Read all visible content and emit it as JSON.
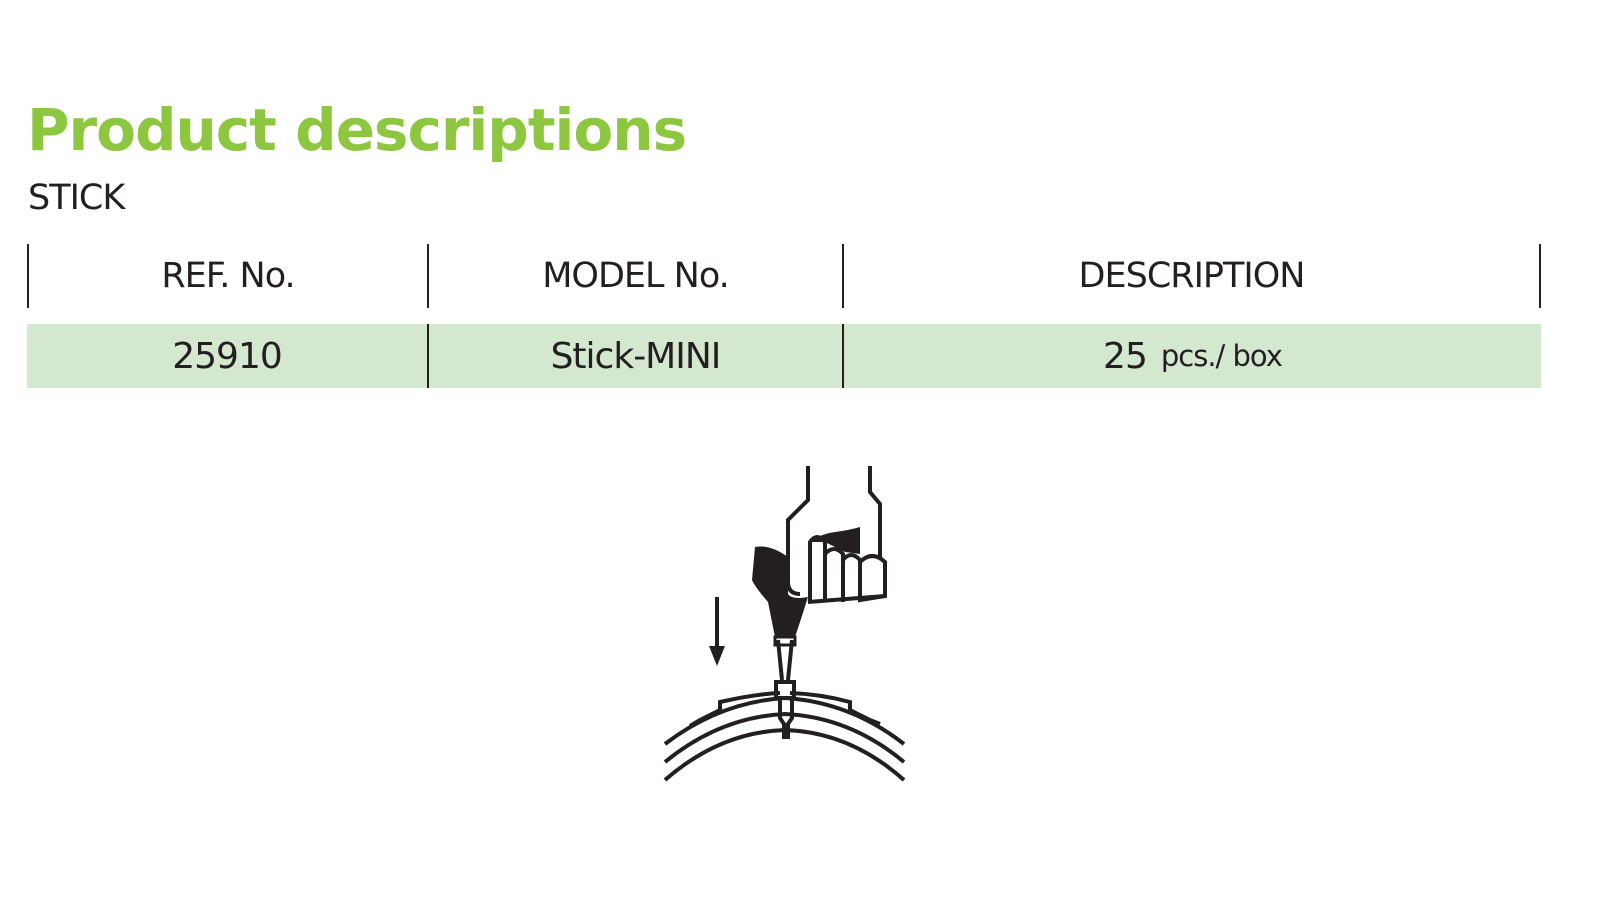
{
  "title": "Product descriptions",
  "subtitle": "STICK",
  "table": {
    "headers": [
      "REF. No.",
      "MODEL No.",
      "DESCRIPTION"
    ],
    "rows": [
      {
        "ref": "25910",
        "model": "Stick-MINI",
        "qty": "25",
        "unit": "pcs./ box"
      }
    ]
  },
  "colors": {
    "accent": "#8dc63f",
    "row_bg": "#d3e8ce"
  }
}
